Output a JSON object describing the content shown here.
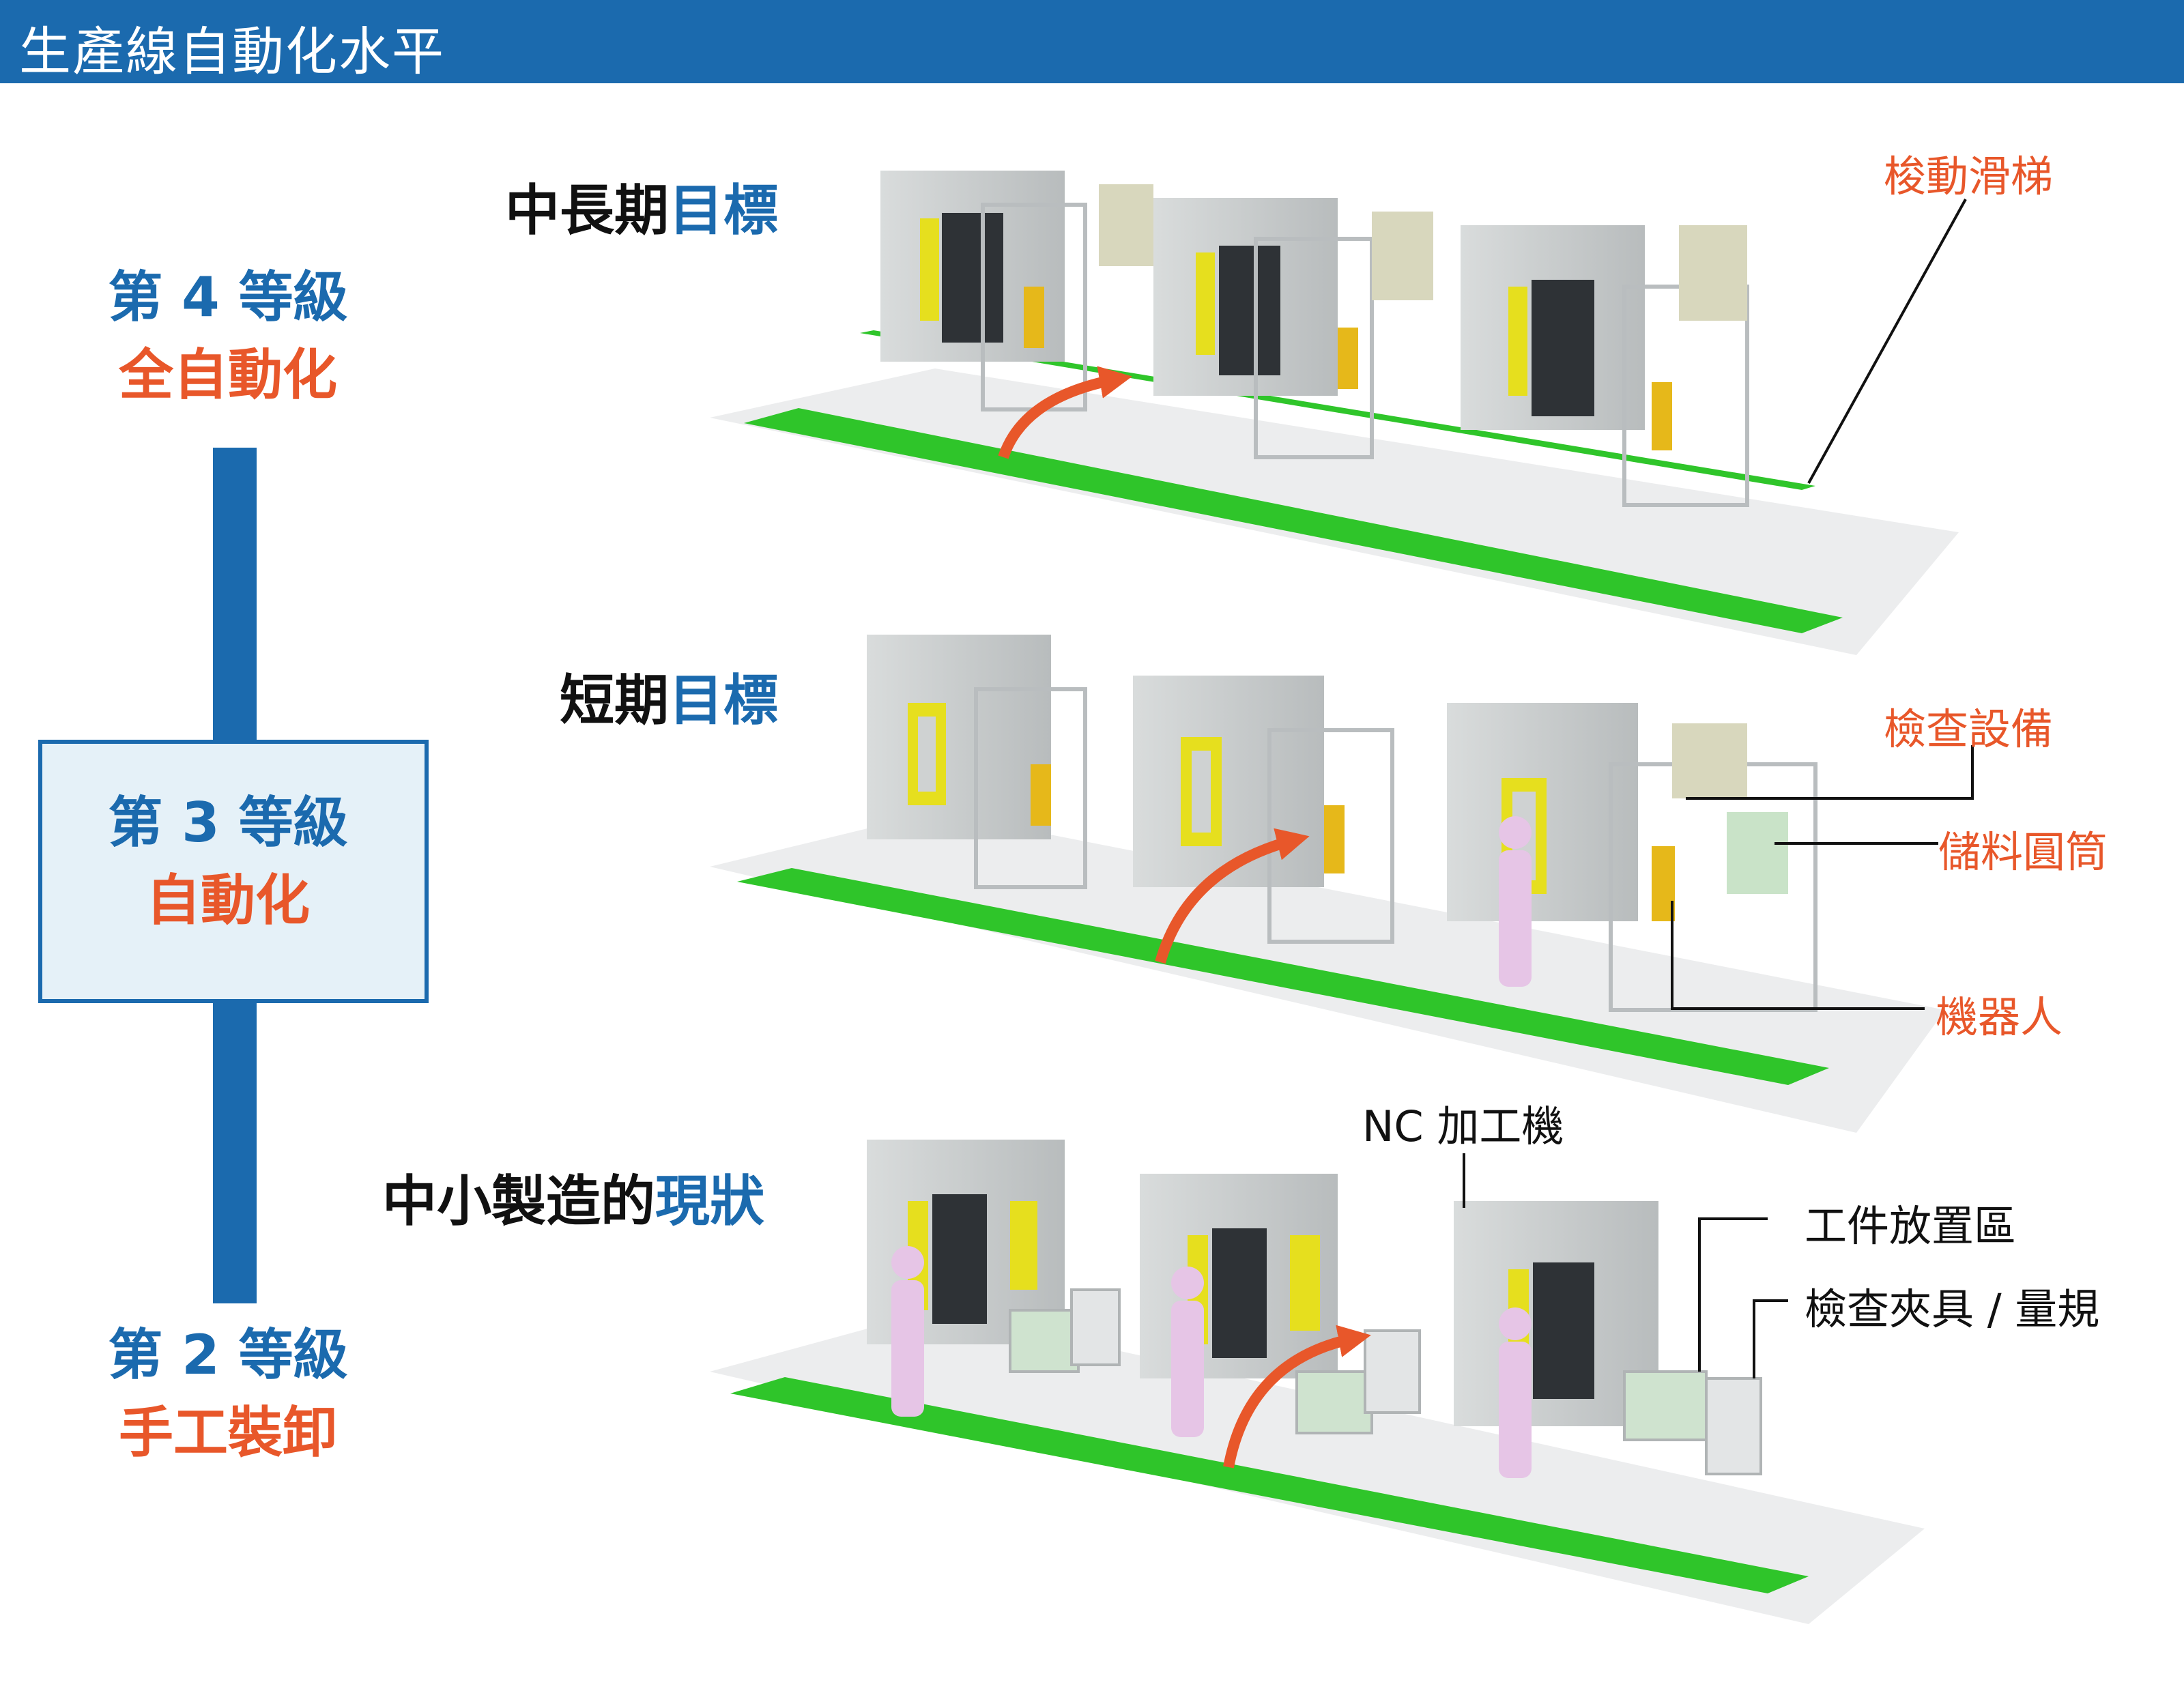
{
  "header": {
    "title": "生產線自動化水平"
  },
  "levels": [
    {
      "num": "第 4 等級",
      "name": "全自動化"
    },
    {
      "num": "第 3 等級",
      "name": "自動化"
    },
    {
      "num": "第 2 等級",
      "name": "手工裝卸"
    }
  ],
  "goals": {
    "long_term": {
      "prefix": "中長期",
      "highlight": "目標"
    },
    "short_term": {
      "prefix": "短期",
      "highlight": "目標"
    },
    "current": {
      "prefix": "中小製造的",
      "highlight": "現狀"
    }
  },
  "callouts": {
    "shuttle": "梭動滑梯",
    "inspection": "檢查設備",
    "storage": "儲料圓筒",
    "robot": "機器人",
    "nc_machine": "NC 加工機",
    "workpiece_area": "工件放置區",
    "fixture_gauge": "檢查夾具 / 量規"
  },
  "colors": {
    "header_blue": "#1b6aae",
    "accent_orange": "#e8572a",
    "floor_green": "#2fc52a",
    "level_box_fill": "#e5f1f8"
  }
}
